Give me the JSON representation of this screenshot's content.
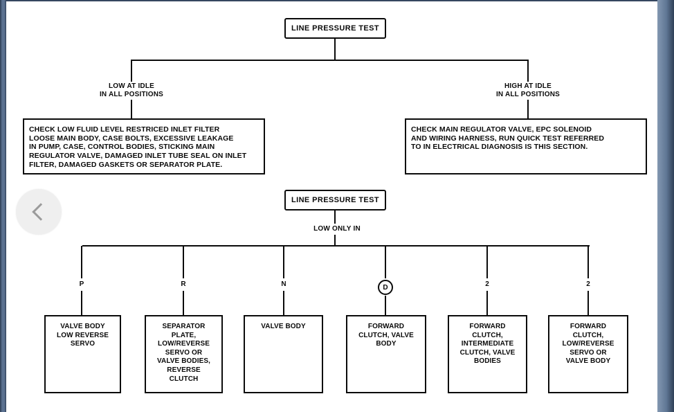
{
  "viewer": {
    "prev_icon": "chevron-left"
  },
  "colors": {
    "frame_slate": "#5b7190",
    "frame_dark": "#2e3f56",
    "line_black": "#0a0a0a",
    "prev_button_bg": "#efefef",
    "prev_chevron": "#9b9b9b"
  },
  "flowchart": {
    "section1": {
      "root_label": "LINE PRESSURE TEST",
      "left_condition": "LOW AT IDLE\nIN ALL POSITIONS",
      "right_condition": "HIGH AT IDLE\nIN ALL POSITIONS",
      "left_action": "CHECK LOW FLUID LEVEL RESTRICED INLET FILTER\nLOOSE MAIN BODY, CASE BOLTS, EXCESSIVE LEAKAGE\nIN PUMP, CASE, CONTROL BODIES, STICKING MAIN\nREGULATOR VALVE, DAMAGED INLET TUBE SEAL ON INLET\nFILTER, DAMAGED GASKETS OR SEPARATOR PLATE.",
      "right_action": "CHECK MAIN REGULATOR VALVE, EPC SOLENOID\nAND WIRING HARNESS, RUN QUICK TEST REFERRED\nTO IN ELECTRICAL DIAGNOSIS IS THIS SECTION."
    },
    "section2": {
      "root_label": "LINE PRESSURE TEST",
      "condition": "LOW ONLY IN",
      "columns": [
        {
          "gear": "P",
          "circled": false,
          "result": "VALVE BODY\nLOW REVERSE\nSERVO"
        },
        {
          "gear": "R",
          "circled": false,
          "result": "SEPARATOR\nPLATE,\nLOW/REVERSE\nSERVO OR\nVALVE BODIES,\nREVERSE\nCLUTCH"
        },
        {
          "gear": "N",
          "circled": false,
          "result": "VALVE BODY"
        },
        {
          "gear": "D",
          "circled": true,
          "result": "FORWARD\nCLUTCH, VALVE\nBODY"
        },
        {
          "gear": "2",
          "circled": false,
          "result": "FORWARD\nCLUTCH,\nINTERMEDIATE\nCLUTCH, VALVE\nBODIES"
        },
        {
          "gear": "2",
          "circled": false,
          "result": "FORWARD\nCLUTCH,\nLOW/REVERSE\nSERVO OR\nVALVE BODY"
        }
      ]
    }
  }
}
